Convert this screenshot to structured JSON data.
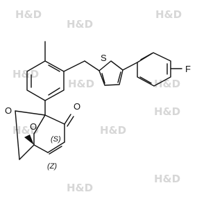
{
  "molecule": {
    "atoms": {
      "sulfur": "S",
      "fluorine": "F",
      "bridge_oxygen": "O",
      "ring_oxygen": "O",
      "ketone_oxygen": "O"
    },
    "stereo": {
      "s_center": "(S)",
      "z_alkene": "(Z)"
    }
  },
  "watermark": {
    "text": "H&D"
  },
  "colors": {
    "bond": "#111111",
    "watermark": "#d7d7d7",
    "background": "#ffffff"
  }
}
